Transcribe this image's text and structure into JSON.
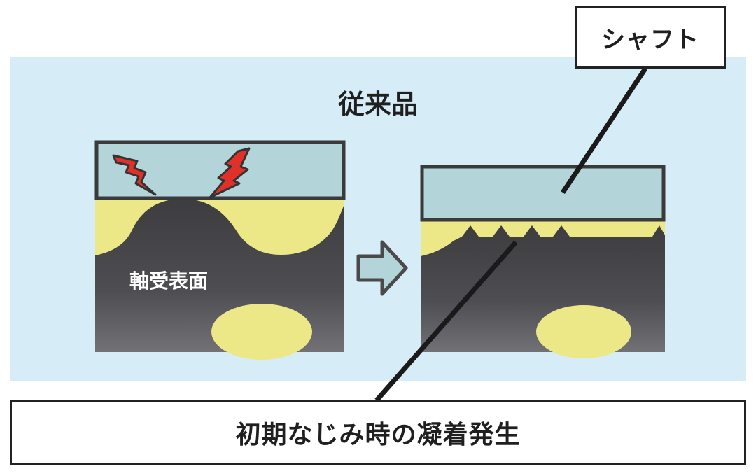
{
  "title": "従来品",
  "shaft_label": "シャフト",
  "bearing_surface_label": "軸受表面",
  "caption": "初期なじみ時の凝着発生",
  "colors": {
    "background_panel": "#d6ecf7",
    "shaft": "#b3d5d9",
    "yellow_material": "#ece888",
    "bearing_dark": "#414144",
    "bearing_light": "#6e6e72",
    "arrow": "#b3d5d9",
    "spark": "#e0302a",
    "outline": "#333333"
  },
  "icons": {
    "spark": "lightning-spark-icon",
    "arrow": "right-arrow-icon"
  }
}
